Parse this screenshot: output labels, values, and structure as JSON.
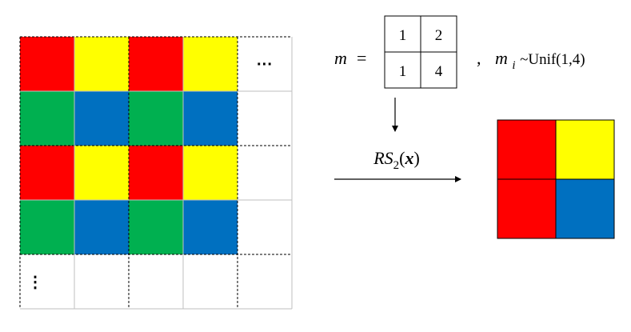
{
  "colors": {
    "red": "#ff0000",
    "yellow": "#ffff00",
    "green": "#00b050",
    "blue": "#0070c0",
    "grid_line": "#bfbfbf",
    "border": "#000000"
  },
  "input_grid": {
    "color_rows": [
      [
        "red",
        "yellow",
        "red",
        "yellow"
      ],
      [
        "green",
        "blue",
        "green",
        "blue"
      ],
      [
        "red",
        "yellow",
        "red",
        "yellow"
      ],
      [
        "green",
        "blue",
        "green",
        "blue"
      ]
    ],
    "horizontal_ellipsis": "···",
    "vertical_ellipsis": "⋮"
  },
  "mask": {
    "label_var": "m",
    "label_eq": "=",
    "values": [
      [
        "1",
        "2"
      ],
      [
        "1",
        "4"
      ]
    ],
    "distribution_prefix": ",",
    "distribution_var": "m",
    "distribution_sub": "i",
    "distribution_text": "~Unif(1,4)"
  },
  "operator": {
    "name": "RS",
    "subscript": "2",
    "open": "(",
    "arg": "x",
    "close": ")"
  },
  "output_grid": {
    "color_rows": [
      [
        "red",
        "yellow"
      ],
      [
        "red",
        "blue"
      ]
    ]
  }
}
